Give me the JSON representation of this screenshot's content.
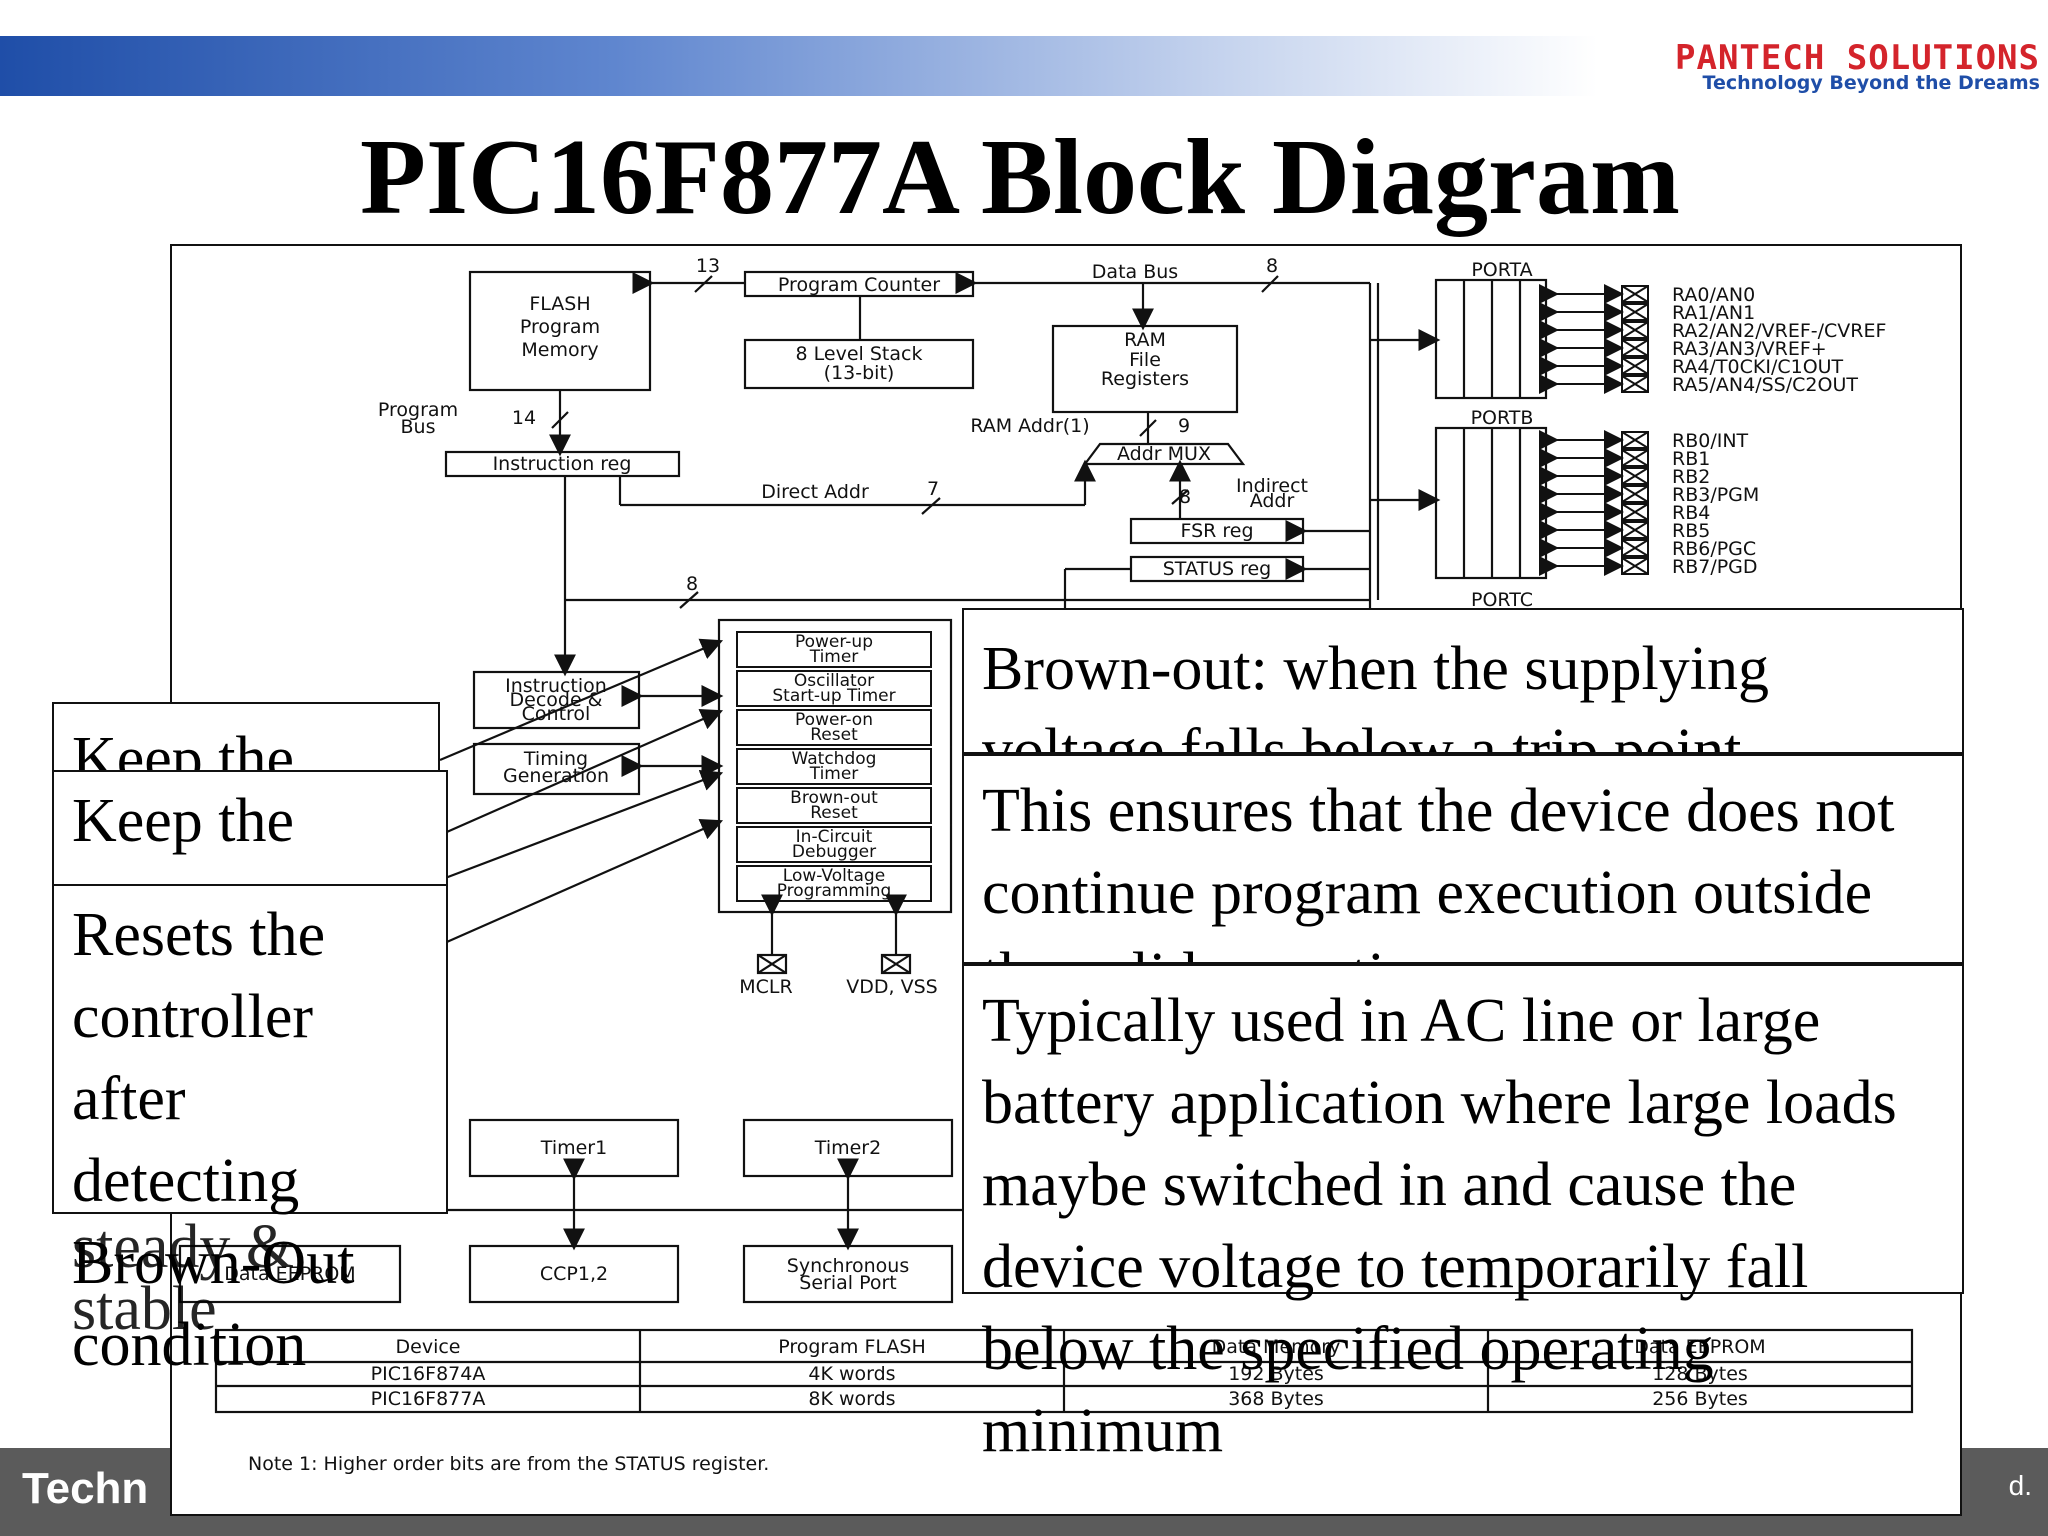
{
  "header": {
    "logo_name": "PANTECH SOLUTIONS",
    "logo_tagline": "Technology Beyond the Dreams",
    "title": "PIC16F877A Block Diagram",
    "accent": "#1f4ea8",
    "logo_color": "#d4242b"
  },
  "diagram": {
    "blocks": {
      "flash": [
        "FLASH",
        "Program",
        "Memory"
      ],
      "program_counter": "Program Counter",
      "stack": [
        "8 Level Stack",
        "(13-bit)"
      ],
      "ram": [
        "RAM",
        "File",
        "Registers"
      ],
      "instruction_reg": "Instruction reg",
      "addr_mux": "Addr MUX",
      "fsr_reg": "FSR reg",
      "status_reg": "STATUS reg",
      "instruction_decode": [
        "Instruction",
        "Decode &",
        "Control"
      ],
      "timing_generation": [
        "Timing",
        "Generation"
      ],
      "timer1": "Timer1",
      "timer2": "Timer2",
      "ccp": "CCP1,2",
      "ssp": [
        "Synchronous",
        "Serial Port"
      ],
      "data_eeprom": "Data EEPROM"
    },
    "reset_blocks": [
      [
        "Power-up",
        "Timer"
      ],
      [
        "Oscillator",
        "Start-up Timer"
      ],
      [
        "Power-on",
        "Reset"
      ],
      [
        "Watchdog",
        "Timer"
      ],
      [
        "Brown-out",
        "Reset"
      ],
      [
        "In-Circuit",
        "Debugger"
      ],
      [
        "Low-Voltage",
        "Programming"
      ]
    ],
    "labels": {
      "data_bus": "Data Bus",
      "program_bus": [
        "Program",
        "Bus"
      ],
      "ram_addr": "RAM Addr(1)",
      "direct_addr": "Direct Addr",
      "indirect_addr": [
        "Indirect",
        "Addr"
      ],
      "mclr": "MCLR",
      "vdd_vss": "VDD, VSS",
      "w13": "13",
      "w8a": "8",
      "w14": "14",
      "w9": "9",
      "w7": "7",
      "w8b": "8",
      "w8c": "8"
    },
    "porta": {
      "name": "PORTA",
      "pins": [
        "RA0/AN0",
        "RA1/AN1",
        "RA2/AN2/VREF-/CVREF",
        "RA3/AN3/VREF+",
        "RA4/T0CKI/C1OUT",
        "RA5/AN4/SS/C2OUT"
      ]
    },
    "portb": {
      "name": "PORTB",
      "pins": [
        "RB0/INT",
        "RB1",
        "RB2",
        "RB3/PGM",
        "RB4",
        "RB5",
        "RB6/PGC",
        "RB7/PGD"
      ]
    },
    "portc": {
      "name": "PORTC"
    },
    "table": {
      "headers": [
        "Device",
        "Program FLASH",
        "Data Memory",
        "Data EEPROM"
      ],
      "rows": [
        [
          "PIC16F874A",
          "4K words",
          "192 Bytes",
          "128 Bytes"
        ],
        [
          "PIC16F877A",
          "8K words",
          "368 Bytes",
          "256 Bytes"
        ]
      ]
    },
    "note": "Note 1: Higher order bits are from the STATUS register."
  },
  "callouts": {
    "left_1": "Keep the",
    "left_2": "Keep the",
    "left_3": "Resets the controller after detecting Brown-Out condition",
    "left_3_overflow": "steady & stable",
    "right_1": "Brown-out: when the supplying voltage falls below a trip point",
    "right_2": "This ensures that the device does not continue program execution outside the valid operating range",
    "right_3": "Typically used in AC line or large battery application where large loads maybe switched in and cause the device voltage to temporarily fall below the specified operating minimum"
  },
  "footer": {
    "text": "Techn",
    "right_text": "d."
  }
}
